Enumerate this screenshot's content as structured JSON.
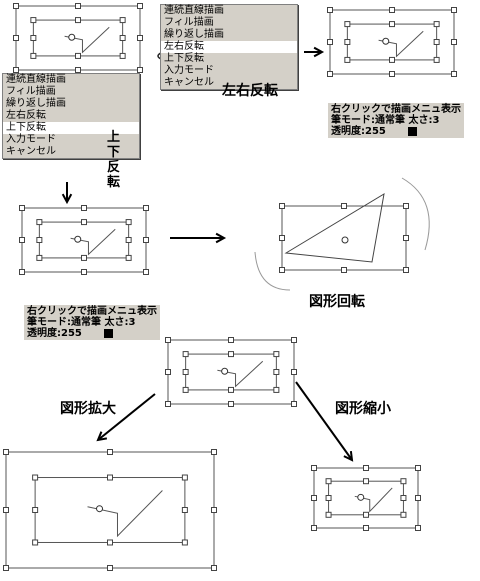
{
  "menu_items": [
    "連続直線描画",
    "フィル描画",
    "繰り返し描画",
    "左右反転",
    "上下反転",
    "入力モード",
    "キャンセル"
  ],
  "menu_left": {
    "selected_index": 4
  },
  "menu_right": {
    "selected_index": 3
  },
  "side_label_vertical": "上下反転",
  "side_label_horizontal": "左右反転",
  "status_panel": {
    "line1": "右クリックで描画メニュ表示",
    "line2": "筆モード:通常筆 太さ:3",
    "line3": "透明度:255",
    "swatch_color": "#000000"
  },
  "status_panel_lower": {
    "line1": "右クリックで描画メニュ表示",
    "line2": "筆モード:通常筆 太さ:3",
    "line3": "透明度:255"
  },
  "labels": {
    "rotate": "図形回転",
    "enlarge": "図形拡大",
    "shrink": "図形縮小"
  }
}
